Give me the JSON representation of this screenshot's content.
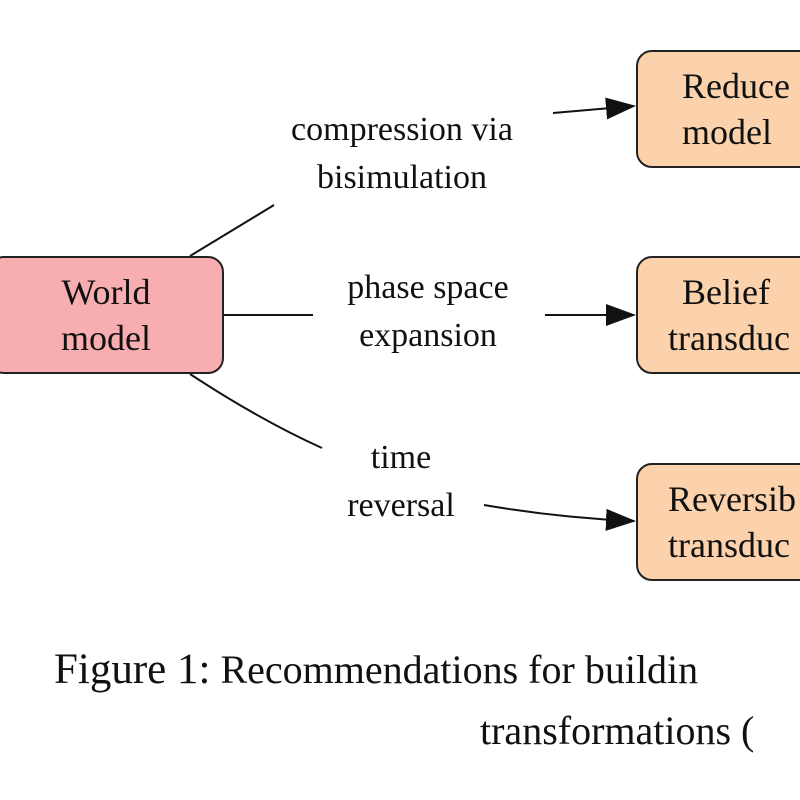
{
  "colors": {
    "source_fill": "#f8aeb0",
    "target_fill": "#fbd2ab",
    "stroke": "#222222"
  },
  "nodes": {
    "source": {
      "line1": "World",
      "line2": "model"
    },
    "reduced": {
      "line1": "Reduce",
      "line2": "model"
    },
    "belief": {
      "line1": "Belief",
      "line2": "transduc"
    },
    "reversible": {
      "line1": "Reversib",
      "line2": "transduc"
    }
  },
  "edges": {
    "compression": {
      "line1": "compression via",
      "line2": "bisimulation"
    },
    "phase": {
      "line1": "phase space",
      "line2": "expansion"
    },
    "time": {
      "line1": "time",
      "line2": "reversal"
    }
  },
  "caption": {
    "label": "Figure 1:",
    "line1": "Recommendations for buildin",
    "line2": "transformations ("
  }
}
